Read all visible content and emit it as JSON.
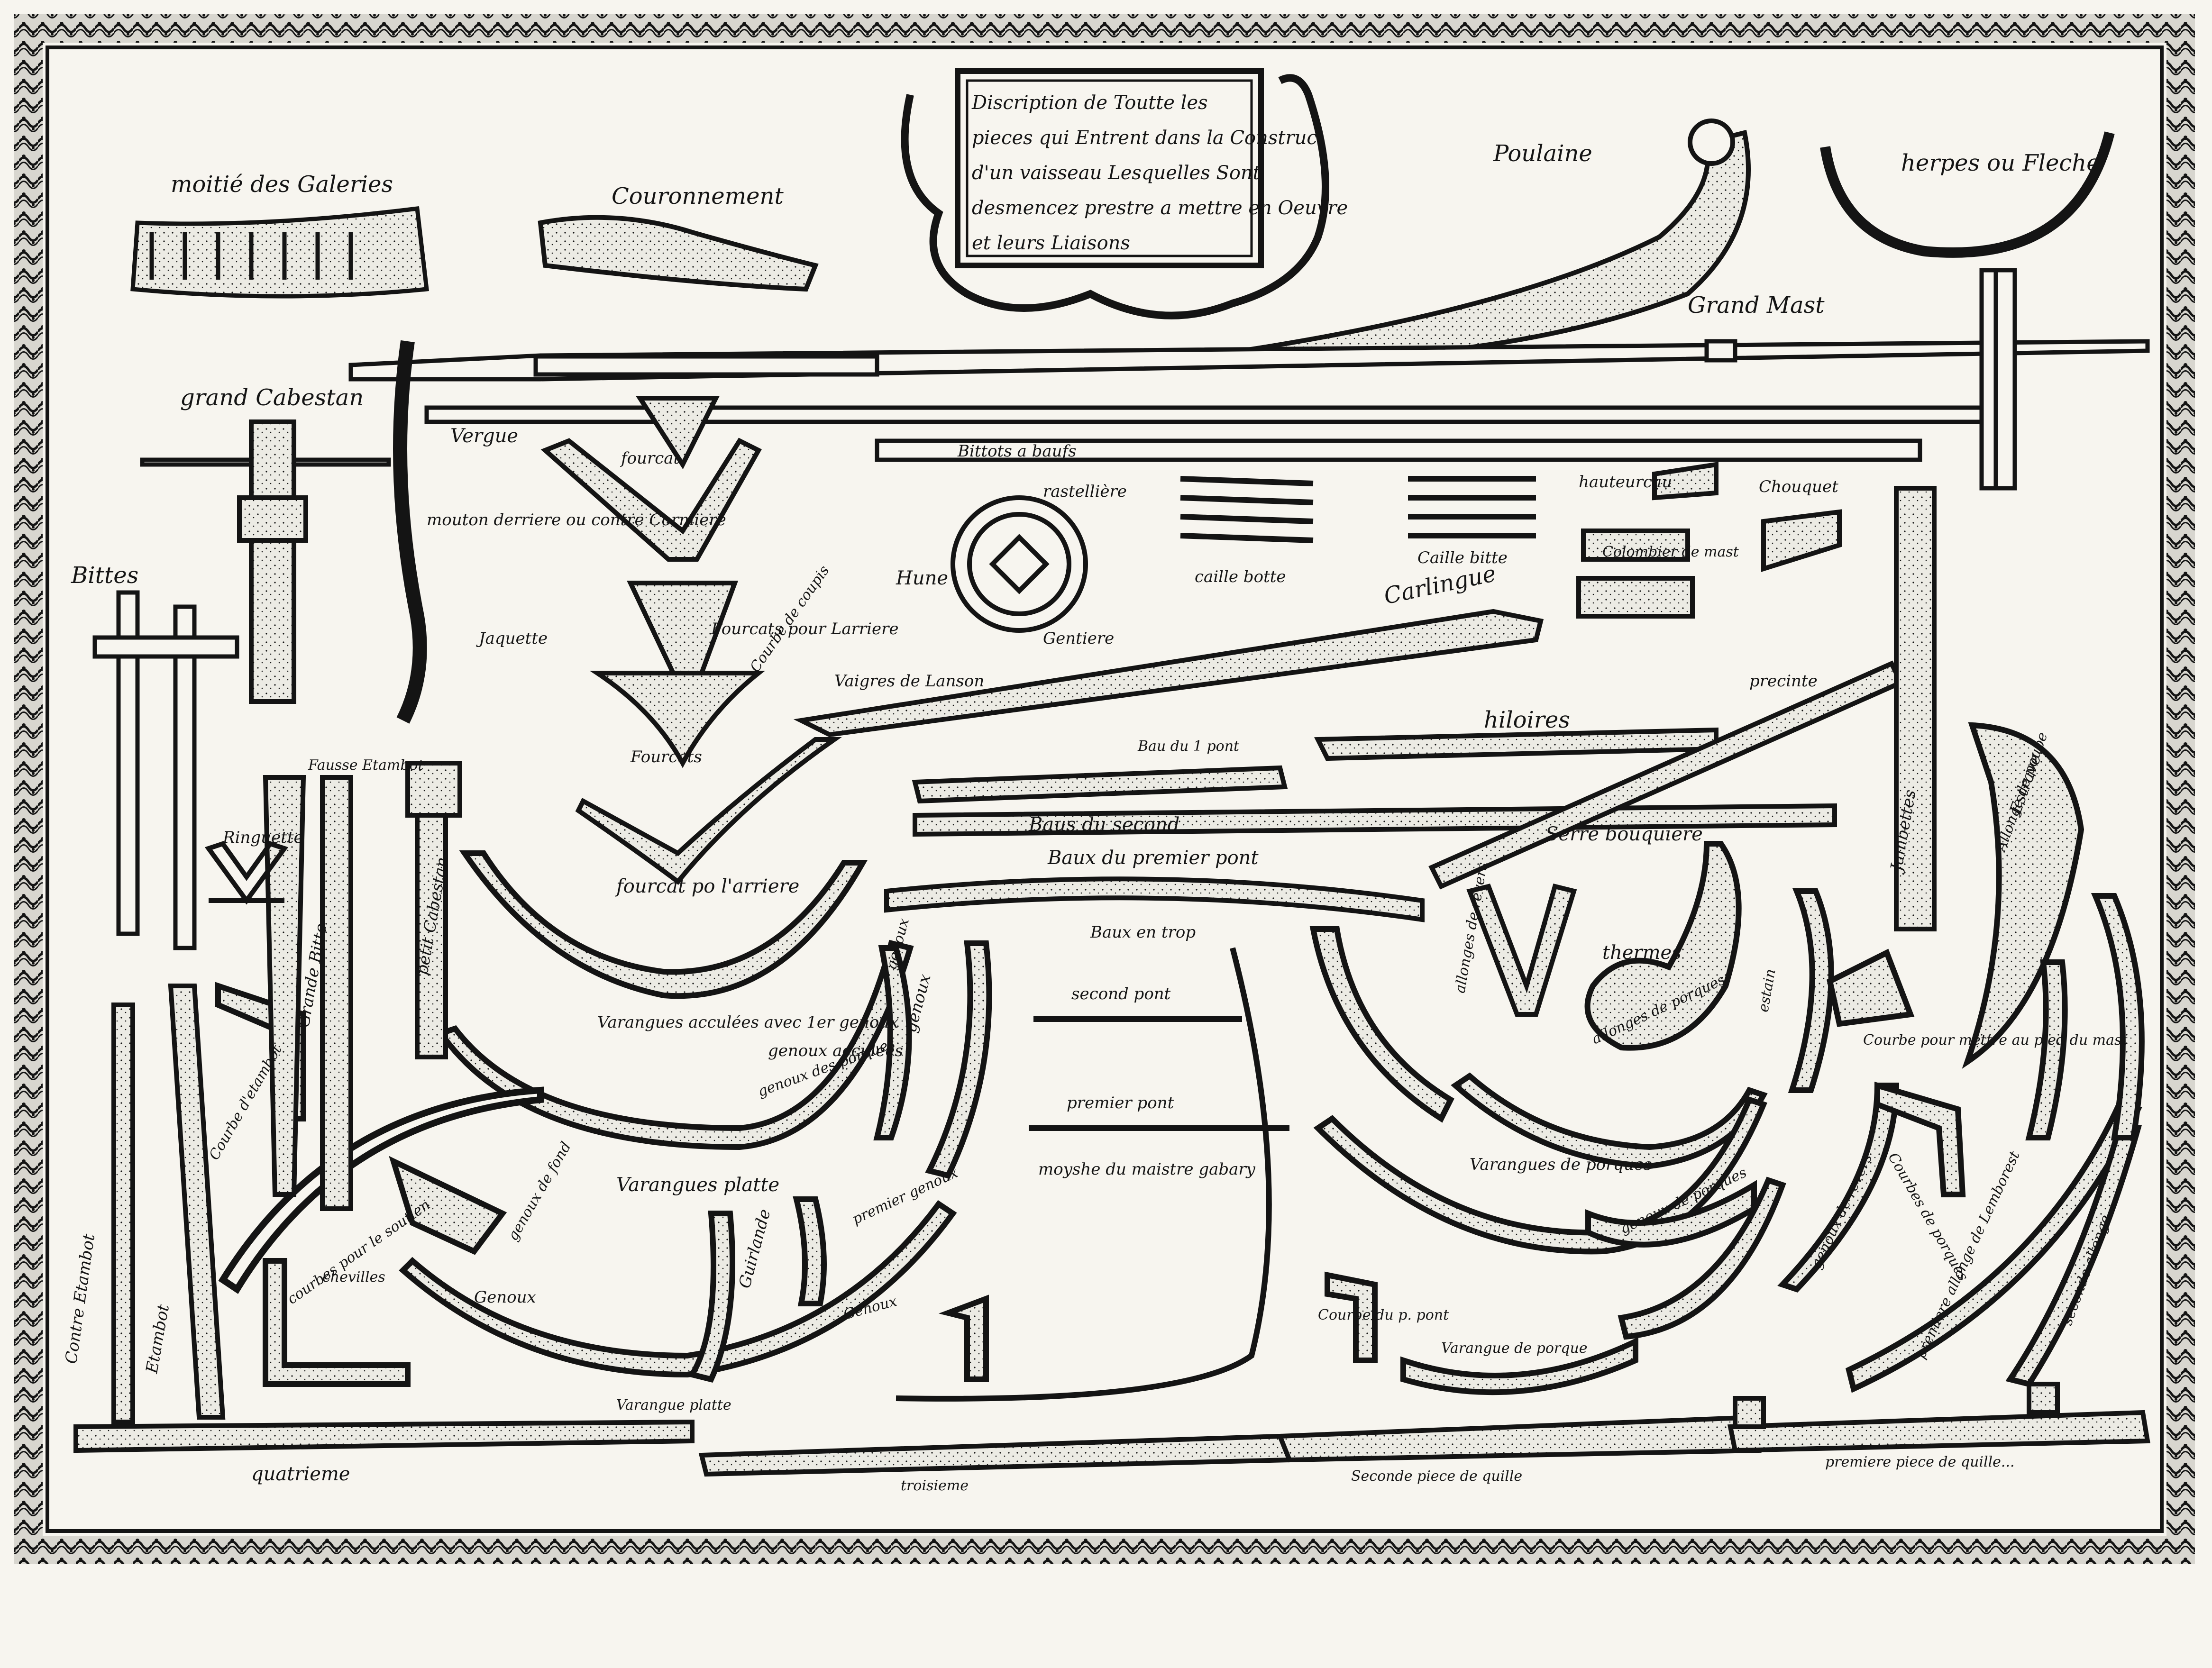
{
  "cartouche": {
    "lines": [
      "Discription de Toutte les",
      "pieces qui Entrent dans la Construc-",
      "d'un vaisseau Lesquelles Sont",
      "desmencez prestre a mettre en Oeuvre",
      "et leurs Liaisons"
    ]
  },
  "labels": {
    "moitie_galeries": "moitié des Galeries",
    "couronnement": "Couronnement",
    "poulaine": "Poulaine",
    "herpes_fleche": "herpes ou Fleche",
    "grand_mast": "Grand Mast",
    "grand_cabestan": "grand Cabestan",
    "vergue": "Vergue",
    "fourcat": "fourcat",
    "mouton_derriere": "mouton derriere ou contre Cormiere",
    "bittes": "Bittes",
    "jaquette": "Jaquette",
    "fourcats_arriere": "Fourcats pour Larriere",
    "hune": "Hune",
    "bittot_baufs": "Bittots a baufs",
    "rastelliere": "rastellière",
    "caille_botte": "caille botte",
    "caille_bitte": "Caille bitte",
    "hauteurcau": "hauteurcau",
    "chouquet": "Chouquet",
    "colombier_mast": "Colombier de mast",
    "courbe_de_coupis": "Courbe de coupis",
    "gentiere": "Gentiere",
    "vaigres_lanson": "Vaigres de Lanson",
    "carlingue": "Carlingue",
    "fourcats": "Fourcats",
    "bau_premier_pont": "Bau du 1 pont",
    "hiloires": "hiloires",
    "precinte": "precinte",
    "fausse_etambot": "Fausse Etambot",
    "ringuette": "Ringuette",
    "grande_bitte": "Grande Bitte",
    "petit_cabestan": "petit Cabestan",
    "fourcat_arriere": "fourcat po l'arriere",
    "baus_du_second": "Baus du second",
    "serre_bouquiere": "Serre bouquiere",
    "estrave": "Estrave",
    "baux_premier_pont": "Baux du premier pont",
    "varangues_acculees": "Varangues acculées avec 1er genoux",
    "genoux_acculees": "genoux acculées",
    "genoux_1": "genoux",
    "genoux_2": "genoux",
    "baux_en_trop": "Baux en trop",
    "second_pont": "second pont",
    "premier_pont": "premier pont",
    "moyshe_maistre_gabary": "moyshe du maistre gabary",
    "varangues_porques": "Varangues de porques",
    "thermes": "thermes",
    "allonges_porques": "allonges de porques",
    "etambot": "Etambot",
    "courbes_etambot": "Courbe d'etambot",
    "contre_etambot": "Contre Etambot",
    "varangues_plattes": "Varangues platte",
    "genoux_de_fond": "genoux de fond",
    "genoux_des_porques": "genoux des porques",
    "courbes_pont": "Courbe du p. pont",
    "varangue_porque": "Varangue de porque",
    "guirlande": "Guirlande",
    "genoux_porques": "genoux de porques",
    "premier_genoux": "premier genoux",
    "genoux_3": "Genoux",
    "genoux_4": "Genoux",
    "varangue_platte": "Varangue platte",
    "quatrieme": "quatrieme",
    "troisieme": "troisieme",
    "seconde_quille": "Seconde piece de quille",
    "quille": "premiere piece de quille...",
    "courbes_soutien": "courbes pour le soutien",
    "courbes_porques": "Courbes de porques",
    "genoux_revers": "genoux de revers",
    "estain": "estain",
    "allonges_revers": "allonges de revers",
    "premiere_allonge": "premiere allonge de Lemborest",
    "seconde_allonge": "seconde allonge",
    "allonge_poupe": "Allonge de poupe",
    "jambettes": "Jambettes",
    "courbe_pied": "Courbe pour mettre au pied du mast",
    "chevilles": "chevilles"
  },
  "colors": {
    "ink": "#141414",
    "paper": "#f7f5ef",
    "wood": "#ecebe4"
  }
}
